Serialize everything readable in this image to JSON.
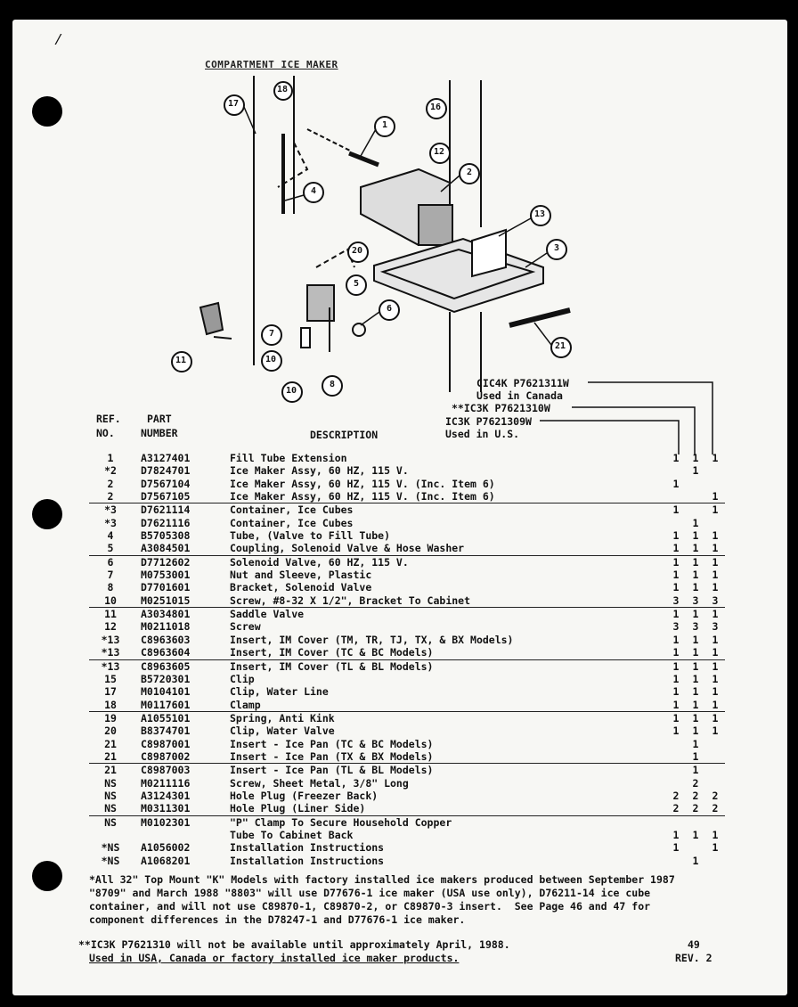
{
  "page": {
    "title": "COMPARTMENT ICE MAKER",
    "page_number": "49",
    "revision": "REV. 2"
  },
  "diagram": {
    "callouts": [
      "17",
      "18",
      "1",
      "16",
      "12",
      "2",
      "4",
      "13",
      "3",
      "20",
      "5",
      "6",
      "7",
      "11",
      "10",
      "8",
      "10",
      "21"
    ]
  },
  "models": {
    "m1": "CIC4K P7621311W",
    "m1_note": "Used in Canada",
    "m2": "**IC3K P7621310W",
    "m3": "IC3K P7621309W",
    "m3_note": "Used in U.S."
  },
  "headers": {
    "ref": "REF.",
    "no": "NO.",
    "part": "PART",
    "number": "NUMBER",
    "description": "DESCRIPTION"
  },
  "parts": [
    {
      "ref": "1",
      "part": "A3127401",
      "desc": "Fill Tube Extension",
      "q": [
        "1",
        "1",
        "1"
      ],
      "rule": false
    },
    {
      "ref": "*2",
      "part": "D7824701",
      "desc": "Ice Maker Assy, 60 HZ, 115 V.",
      "q": [
        "",
        "1",
        ""
      ],
      "rule": false
    },
    {
      "ref": "2",
      "part": "D7567104",
      "desc": "Ice Maker Assy, 60 HZ, 115 V. (Inc. Item 6)",
      "q": [
        "1",
        "",
        ""
      ],
      "rule": false
    },
    {
      "ref": "2",
      "part": "D7567105",
      "desc": "Ice Maker Assy, 60 HZ, 115 V. (Inc. Item 6)",
      "q": [
        "",
        "",
        "1"
      ],
      "rule": true
    },
    {
      "ref": "*3",
      "part": "D7621114",
      "desc": "Container, Ice Cubes",
      "q": [
        "1",
        "",
        "1"
      ],
      "rule": false
    },
    {
      "ref": "*3",
      "part": "D7621116",
      "desc": "Container, Ice Cubes",
      "q": [
        "",
        "1",
        ""
      ],
      "rule": false
    },
    {
      "ref": "4",
      "part": "B5705308",
      "desc": "Tube, (Valve to Fill Tube)",
      "q": [
        "1",
        "1",
        "1"
      ],
      "rule": false
    },
    {
      "ref": "5",
      "part": "A3084501",
      "desc": "Coupling, Solenoid Valve & Hose Washer",
      "q": [
        "1",
        "1",
        "1"
      ],
      "rule": true
    },
    {
      "ref": "6",
      "part": "D7712602",
      "desc": "Solenoid Valve, 60 HZ, 115 V.",
      "q": [
        "1",
        "1",
        "1"
      ],
      "rule": false
    },
    {
      "ref": "7",
      "part": "M0753001",
      "desc": "Nut and Sleeve, Plastic",
      "q": [
        "1",
        "1",
        "1"
      ],
      "rule": false
    },
    {
      "ref": "8",
      "part": "D7701601",
      "desc": "Bracket, Solenoid Valve",
      "q": [
        "1",
        "1",
        "1"
      ],
      "rule": false
    },
    {
      "ref": "10",
      "part": "M0251015",
      "desc": "Screw, #8-32 X 1/2\", Bracket To Cabinet",
      "q": [
        "3",
        "3",
        "3"
      ],
      "rule": true
    },
    {
      "ref": "11",
      "part": "A3034801",
      "desc": "Saddle Valve",
      "q": [
        "1",
        "1",
        "1"
      ],
      "rule": false
    },
    {
      "ref": "12",
      "part": "M0211018",
      "desc": "Screw",
      "q": [
        "3",
        "3",
        "3"
      ],
      "rule": false
    },
    {
      "ref": "*13",
      "part": "C8963603",
      "desc": "Insert, IM Cover (TM, TR, TJ, TX, & BX Models)",
      "q": [
        "1",
        "1",
        "1"
      ],
      "rule": false
    },
    {
      "ref": "*13",
      "part": "C8963604",
      "desc": "Insert, IM Cover (TC & BC Models)",
      "q": [
        "1",
        "1",
        "1"
      ],
      "rule": true
    },
    {
      "ref": "*13",
      "part": "C8963605",
      "desc": "Insert, IM Cover (TL & BL Models)",
      "q": [
        "1",
        "1",
        "1"
      ],
      "rule": false
    },
    {
      "ref": "15",
      "part": "B5720301",
      "desc": "Clip",
      "q": [
        "1",
        "1",
        "1"
      ],
      "rule": false
    },
    {
      "ref": "17",
      "part": "M0104101",
      "desc": "Clip, Water Line",
      "q": [
        "1",
        "1",
        "1"
      ],
      "rule": false
    },
    {
      "ref": "18",
      "part": "M0117601",
      "desc": "Clamp",
      "q": [
        "1",
        "1",
        "1"
      ],
      "rule": true
    },
    {
      "ref": "19",
      "part": "A1055101",
      "desc": "Spring, Anti Kink",
      "q": [
        "1",
        "1",
        "1"
      ],
      "rule": false
    },
    {
      "ref": "20",
      "part": "B8374701",
      "desc": "Clip, Water Valve",
      "q": [
        "1",
        "1",
        "1"
      ],
      "rule": false
    },
    {
      "ref": "21",
      "part": "C8987001",
      "desc": "Insert - Ice Pan (TC & BC Models)",
      "q": [
        "",
        "1",
        ""
      ],
      "rule": false
    },
    {
      "ref": "21",
      "part": "C8987002",
      "desc": "Insert - Ice Pan (TX & BX Models)",
      "q": [
        "",
        "1",
        ""
      ],
      "rule": true
    },
    {
      "ref": "21",
      "part": "C8987003",
      "desc": "Insert - Ice Pan (TL & BL Models)",
      "q": [
        "",
        "1",
        ""
      ],
      "rule": false
    },
    {
      "ref": "NS",
      "part": "M0211116",
      "desc": "Screw, Sheet Metal, 3/8\" Long",
      "q": [
        "",
        "2",
        ""
      ],
      "rule": false
    },
    {
      "ref": "NS",
      "part": "A3124301",
      "desc": "Hole Plug (Freezer Back)",
      "q": [
        "2",
        "2",
        "2"
      ],
      "rule": false
    },
    {
      "ref": "NS",
      "part": "M0311301",
      "desc": "Hole Plug (Liner Side)",
      "q": [
        "2",
        "2",
        "2"
      ],
      "rule": true
    },
    {
      "ref": "NS",
      "part": "M0102301",
      "desc": "\"P\" Clamp To Secure Household Copper",
      "q": [
        "",
        "",
        ""
      ],
      "rule": false
    },
    {
      "ref": "",
      "part": "",
      "desc": "   Tube To Cabinet Back",
      "q": [
        "1",
        "1",
        "1"
      ],
      "rule": false
    },
    {
      "ref": "*NS",
      "part": "A1056002",
      "desc": "Installation Instructions",
      "q": [
        "1",
        "",
        "1"
      ],
      "rule": false
    },
    {
      "ref": "*NS",
      "part": "A1068201",
      "desc": "Installation Instructions",
      "q": [
        "",
        "1",
        ""
      ],
      "rule": false
    }
  ],
  "notes": {
    "footnote1_l1": "*All 32\" Top Mount \"K\" Models with factory installed ice makers produced between September 1987",
    "footnote1_l2": "\"8709\" and March 1988 \"8803\" will use D77676-1 ice maker (USA use only), D76211-14 ice cube",
    "footnote1_l3": "container, and will not use C89870-1, C89870-2, or C89870-3 insert.  See Page 46 and 47 for",
    "footnote1_l4": "component differences in the D78247-1 and D77676-1 ice maker.",
    "footnote2_l1": "**IC3K P7621310 will not be available until approximately April, 1988.",
    "footnote2_l2": "Used in USA, Canada or factory installed ice maker products."
  }
}
